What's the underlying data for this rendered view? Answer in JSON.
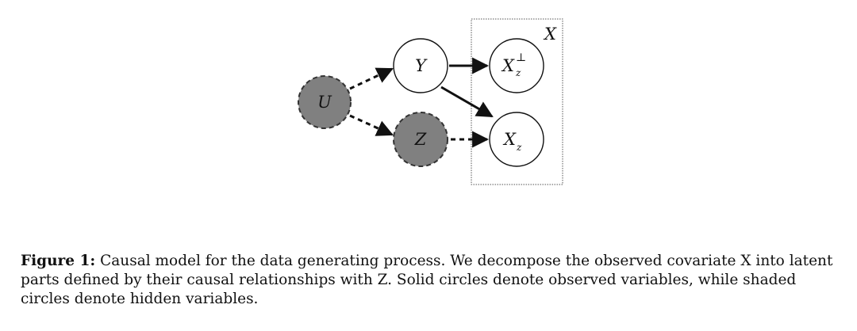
{
  "diagram": {
    "plate_label": "X",
    "nodes": {
      "u": {
        "label": "U",
        "hidden": true
      },
      "y": {
        "label": "Y",
        "hidden": false
      },
      "z": {
        "label": "Z",
        "hidden": true
      },
      "x_perp": {
        "label": "X",
        "subscript": "z",
        "superscript": "⊥",
        "hidden": false
      },
      "x_z": {
        "label": "X",
        "subscript": "z",
        "hidden": false
      }
    },
    "edges": [
      {
        "from": "U",
        "to": "Y",
        "style": "dashed"
      },
      {
        "from": "U",
        "to": "Z",
        "style": "dashed"
      },
      {
        "from": "Y",
        "to": "X_z^⊥",
        "style": "solid"
      },
      {
        "from": "Y",
        "to": "X_z",
        "style": "solid"
      },
      {
        "from": "Z",
        "to": "X_z",
        "style": "dashed"
      }
    ],
    "colors": {
      "hidden_fill": "#808080",
      "observed_fill": "#ffffff",
      "stroke": "#111111"
    }
  },
  "caption": {
    "label": "Figure 1:",
    "text": " Causal model for the data generating process. We decompose the observed covariate X into latent parts defined by their causal relationships with Z. Solid circles denote observed variables, while shaded circles denote hidden variables."
  }
}
